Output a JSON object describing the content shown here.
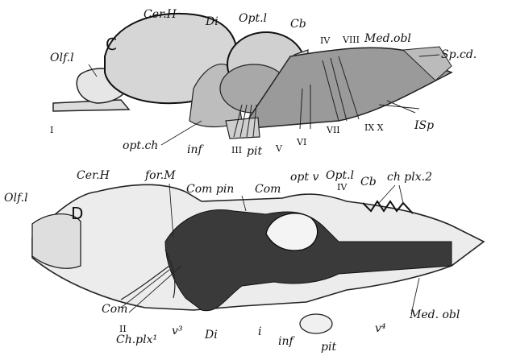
{
  "panel_c": {
    "letter": "C",
    "labels": {
      "cer_h": "Cer.H",
      "di": "Di",
      "opt_l": "Opt.l",
      "cb": "Cb",
      "iv": "IV",
      "viii": "VIII",
      "med_obl": "Med.obl",
      "olf_l": "Olf.l",
      "sp_cd": "Sp.cd.",
      "i": "I",
      "opt_ch": "opt.ch",
      "inf": "inf",
      "iii": "III",
      "pit": "pit",
      "v": "V",
      "vi": "VI",
      "vii": "VII",
      "ix_x": "IX X",
      "isp": "ISp"
    }
  },
  "panel_d": {
    "letter": "D",
    "labels": {
      "olf_l": "Olf.l",
      "cer_h": "Cer.H",
      "for_m": "for.M",
      "com_pin": "Com pin",
      "com_2": "Com",
      "opt_v": "opt v",
      "opt_l": "Opt.l",
      "iv": "IV",
      "cb": "Cb",
      "ch_plx_2": "ch plx.2",
      "com_bottom": "Com",
      "ii": "II",
      "ch_plx_1": "Ch.plx¹",
      "v3": "v³",
      "di": "Di",
      "i": "i",
      "inf": "inf",
      "pit": "pit",
      "v4": "v⁴",
      "med_obl": "Med. obl"
    }
  }
}
